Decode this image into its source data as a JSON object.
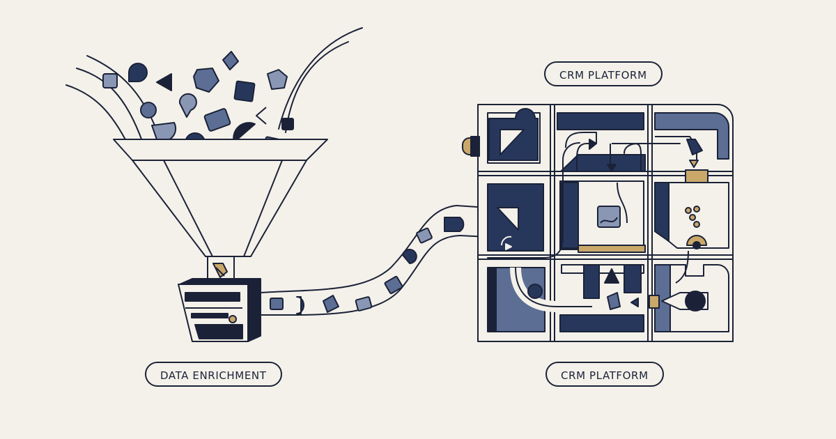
{
  "labels": {
    "data_enrichment": "DATA ENRICHMENT",
    "crm_platform_top": "CRM PLATFORM",
    "crm_platform_bottom": "CRM PLATFORM"
  },
  "colors": {
    "background": "#f4f1ea",
    "ink": "#1b2238",
    "navy": "#27375c",
    "slate": "#5c6e94",
    "muted": "#8a97b4",
    "gold": "#c9a86a"
  }
}
